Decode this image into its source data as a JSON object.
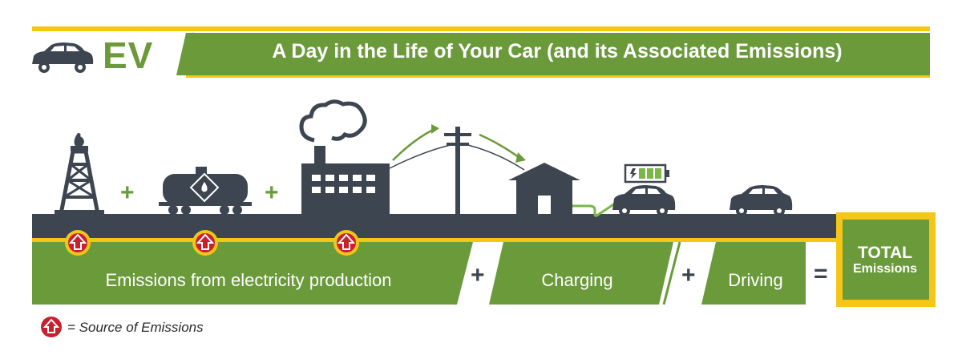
{
  "header": {
    "badge": "EV",
    "title": "A Day in the Life of Your Car (and its Associated Emissions)"
  },
  "stages": {
    "electricity_label": "Emissions from electricity production",
    "charging_label": "Charging",
    "driving_label": "Driving",
    "total_line1": "TOTAL",
    "total_line2": "Emissions"
  },
  "operators": {
    "plus": "+",
    "equals": "="
  },
  "legend": {
    "text": "= Source of Emissions"
  },
  "colors": {
    "green": "#6a9a3a",
    "yellow": "#f5c518",
    "dark": "#3d4650",
    "red": "#c8202f",
    "battery_green": "#7ab648"
  }
}
